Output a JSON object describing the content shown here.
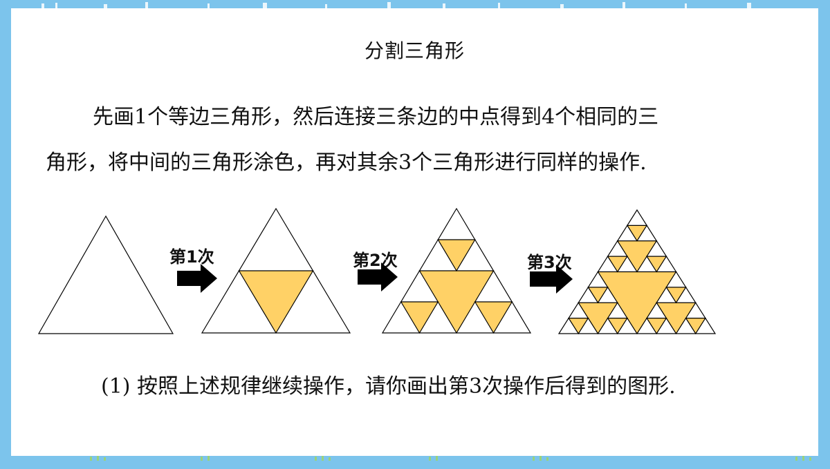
{
  "title": "分割三角形",
  "paragraph": {
    "line1": "先画1个等边三角形，然后连接三条边的中点得到4个相同的三",
    "line2": "角形，将中间的三角形涂色，再对其余3个三角形进行同样的操作."
  },
  "steps": [
    {
      "label": "第1次"
    },
    {
      "label": "第2次"
    },
    {
      "label": "第3次"
    }
  ],
  "question": "(1) 按照上述规律继续操作，请你画出第3次操作后得到的图形.",
  "colors": {
    "frame": "#7cc4ec",
    "shade": "#ffd166",
    "arrow": "#000000",
    "stroke": "#000000"
  }
}
